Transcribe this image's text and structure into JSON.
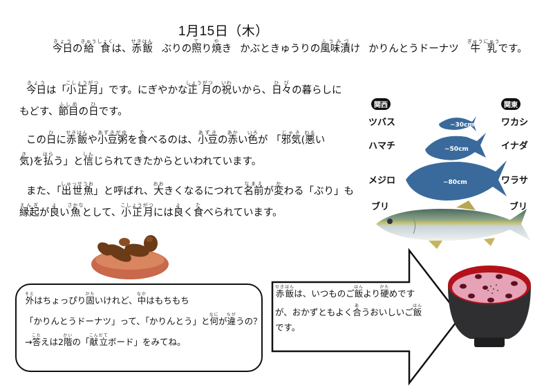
{
  "header": {
    "date": "1月15日（木）"
  },
  "menu": {
    "segments": [
      {
        "text": "今日",
        "ruby": "きょう"
      },
      {
        "text": "の"
      },
      {
        "text": "給食",
        "ruby": "きゅうしょく"
      },
      {
        "text": "は、"
      },
      {
        "text": "赤飯",
        "ruby": "せきはん"
      },
      {
        "gap": true
      },
      {
        "text": "ぶりの"
      },
      {
        "text": "照",
        "ruby": "て"
      },
      {
        "text": "り"
      },
      {
        "text": "焼",
        "ruby": "や"
      },
      {
        "text": "き"
      },
      {
        "gap": true
      },
      {
        "text": "かぶときゅうりの"
      },
      {
        "text": "風味漬",
        "ruby": "ふうみづ"
      },
      {
        "text": "け"
      },
      {
        "gap": true
      },
      {
        "text": "かりんとうドーナツ"
      },
      {
        "gap": true
      },
      {
        "text": "牛乳",
        "ruby": "ぎゅうにゅう"
      },
      {
        "text": "です。"
      }
    ],
    "items": [
      "赤飯",
      "ぶりの照り焼き",
      "かぶときゅうりの風味漬け",
      "かりんとうドーナツ",
      "牛乳"
    ]
  },
  "article": {
    "paragraphs": [
      {
        "lines": [
          [
            {
              "text": "今日",
              "ruby": "きょう"
            },
            {
              "text": "は「"
            },
            {
              "text": "小正月",
              "ruby": "こしょうがつ"
            },
            {
              "text": "」です。にぎやかな"
            },
            {
              "text": "正月",
              "ruby": "しょうがつ"
            },
            {
              "text": "の"
            },
            {
              "text": "祝",
              "ruby": "いわ"
            },
            {
              "text": "いから、"
            },
            {
              "text": "日々",
              "ruby": "ひび"
            },
            {
              "text": "の暮らしに"
            }
          ],
          [
            {
              "text": "もどす、"
            },
            {
              "text": "節目",
              "ruby": "ふしめ"
            },
            {
              "text": "の"
            },
            {
              "text": "日",
              "ruby": "ひ"
            },
            {
              "text": "です。"
            }
          ]
        ]
      },
      {
        "lines": [
          [
            {
              "text": "この"
            },
            {
              "text": "日",
              "ruby": "ひ"
            },
            {
              "text": "に"
            },
            {
              "text": "赤飯",
              "ruby": "せきはん"
            },
            {
              "text": "や"
            },
            {
              "text": "小豆粥",
              "ruby": "あずきがゆ"
            },
            {
              "text": "を"
            },
            {
              "text": "食",
              "ruby": "た"
            },
            {
              "text": "べるのは、"
            },
            {
              "text": "小豆",
              "ruby": "あずき"
            },
            {
              "text": "の"
            },
            {
              "text": "赤",
              "ruby": "あか"
            },
            {
              "text": "い"
            },
            {
              "text": "色",
              "ruby": "いろ"
            },
            {
              "text": "が 「"
            },
            {
              "text": "邪気",
              "ruby": "じゃき"
            },
            {
              "text": "("
            },
            {
              "text": "悪",
              "ruby": "わる"
            },
            {
              "text": "い"
            }
          ],
          [
            {
              "text": "気",
              "ruby": "き"
            },
            {
              "text": ")を"
            },
            {
              "text": "払",
              "ruby": "はら"
            },
            {
              "text": "う」と"
            },
            {
              "text": "信",
              "ruby": "しん"
            },
            {
              "text": "じられてきたからといわれています。"
            }
          ]
        ]
      },
      {
        "lines": [
          [
            {
              "text": "また、「"
            },
            {
              "text": "出世魚",
              "ruby": "しゅっせうお"
            },
            {
              "text": "」と呼ばれ、"
            },
            {
              "text": "大",
              "ruby": "おお"
            },
            {
              "text": "きくなるにつれて"
            },
            {
              "text": "名前",
              "ruby": "なまえ"
            },
            {
              "text": "が"
            },
            {
              "text": "変",
              "ruby": "か"
            },
            {
              "text": "わる「ぶり」も"
            }
          ],
          [
            {
              "text": "縁起",
              "ruby": "えんぎ"
            },
            {
              "text": "が"
            },
            {
              "text": "良",
              "ruby": "よ"
            },
            {
              "text": "い"
            },
            {
              "text": "魚",
              "ruby": "さかな"
            },
            {
              "text": "として、"
            },
            {
              "text": "小正月",
              "ruby": "こしょうがつ"
            },
            {
              "text": "には"
            },
            {
              "text": "良",
              "ruby": "よ"
            },
            {
              "text": "く"
            },
            {
              "text": "食",
              "ruby": "た"
            },
            {
              "text": "べられています。"
            }
          ]
        ]
      }
    ]
  },
  "buri_chart": {
    "left_header": "関西",
    "right_header": "関東",
    "rows": [
      {
        "kansai": "ツバス",
        "size": "~30cm",
        "kanto": "ワカシ"
      },
      {
        "kansai": "ハマチ",
        "size": "~50cm",
        "kanto": "イナダ"
      },
      {
        "kansai": "メジロ",
        "size": "~80cm",
        "kanto": "ワラサ"
      },
      {
        "kansai": "ブリ",
        "size": "",
        "kanto": "ブリ"
      }
    ],
    "fish_color": "#3a6a9c"
  },
  "karinto_box": {
    "lines": [
      [
        {
          "text": "外",
          "ruby": "そと"
        },
        {
          "text": "はちょっぴり"
        },
        {
          "text": "固",
          "ruby": "かた"
        },
        {
          "text": "いけれど、"
        },
        {
          "text": "中",
          "ruby": "なか"
        },
        {
          "text": "はもちもち"
        }
      ],
      [
        {
          "text": "「かりんとうドーナツ」って、「かりんとう」と"
        },
        {
          "text": "何",
          "ruby": "なに"
        },
        {
          "text": "が"
        },
        {
          "text": "違",
          "ruby": "ちが"
        },
        {
          "text": "うの？"
        }
      ],
      [
        {
          "text": "→"
        },
        {
          "text": "答",
          "ruby": "こた"
        },
        {
          "text": "えは2"
        },
        {
          "text": "階",
          "ruby": "かい"
        },
        {
          "text": "の「"
        },
        {
          "text": "献立",
          "ruby": "こんだて"
        },
        {
          "text": "ボード」をみてね。"
        }
      ]
    ]
  },
  "sekihan_box": {
    "lines": [
      [
        {
          "text": "赤飯",
          "ruby": "せきはん"
        },
        {
          "text": "は、いつものご"
        },
        {
          "text": "飯",
          "ruby": "はん"
        },
        {
          "text": "より"
        },
        {
          "text": "硬",
          "ruby": "かた"
        },
        {
          "text": "めです"
        }
      ],
      [
        {
          "text": "が、おかずともよく"
        },
        {
          "text": "合",
          "ruby": "あ"
        },
        {
          "text": "うおいしいご"
        },
        {
          "text": "飯",
          "ruby": "はん"
        }
      ],
      [
        {
          "text": "です。"
        }
      ]
    ]
  },
  "images": {
    "karinto": "karinto-doughnut-bowl",
    "buri": "yellowtail-fish",
    "sekihan": "sekihan-rice-bowl"
  }
}
